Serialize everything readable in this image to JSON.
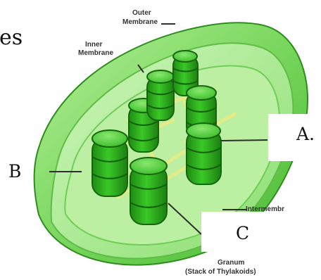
{
  "diagram": {
    "printed_labels": {
      "outer_membrane_line1": "Outer",
      "outer_membrane_line2": "Membrane",
      "inner_membrane_line1": "Inner",
      "inner_membrane_line2": "Membrane",
      "intermembrane": "Intermembr",
      "granum_line1": "Granum",
      "granum_line2": "(Stack of Thylakoids)"
    },
    "answer_labels": {
      "a": "A.",
      "b": "B",
      "c": "C"
    },
    "cropped_text": "es"
  },
  "colors": {
    "outer_membrane": "#7fd86a",
    "stroma": "#a8e88f",
    "granum_stack": "#2faa1e",
    "granum_dark": "#1f7f12",
    "lamella": "#e1ec86",
    "leader_line": "#2f2f2f"
  }
}
